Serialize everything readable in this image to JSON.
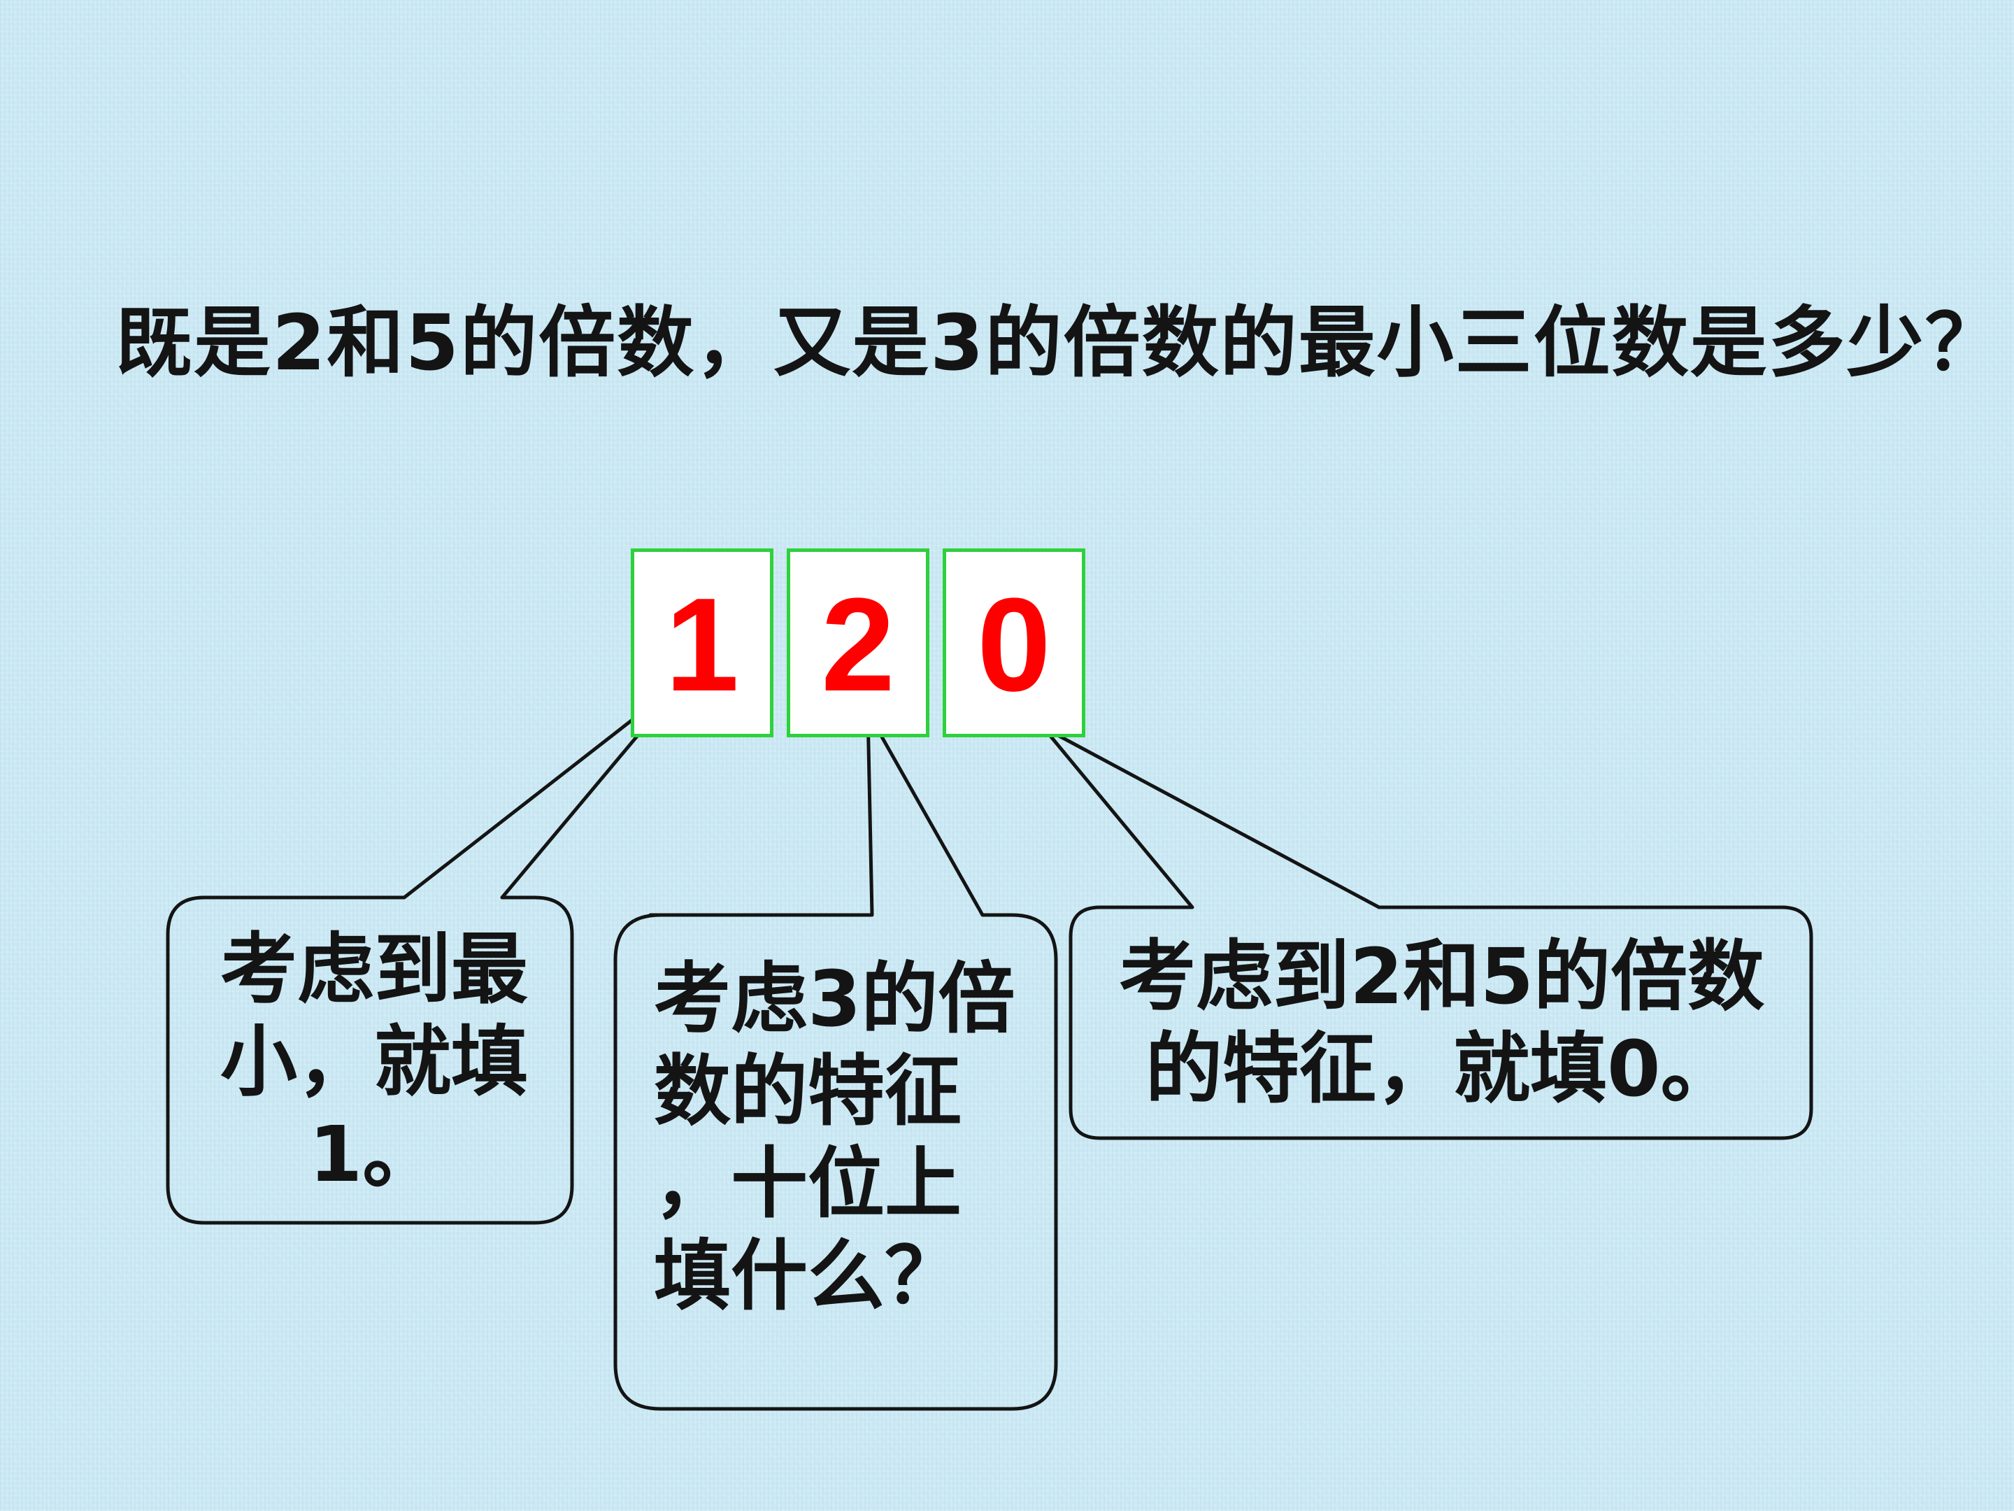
{
  "question": "既是2和5的倍数，又是3的倍数的最小三位数是多少？",
  "digits": [
    "1",
    "2",
    "0"
  ],
  "callouts": {
    "hundreds": [
      "考虑到最",
      "小，就填",
      "1。"
    ],
    "tens": [
      "考虑3的倍",
      "数的特征",
      "，十位上",
      "填什么？"
    ],
    "ones": [
      "考虑到2和5的倍数",
      "的特征，就填0。"
    ]
  },
  "colors": {
    "background": "#cbe9f4",
    "digit": "#ff0000",
    "box_border": "#2ed13b",
    "callout_stroke": "#141414"
  }
}
